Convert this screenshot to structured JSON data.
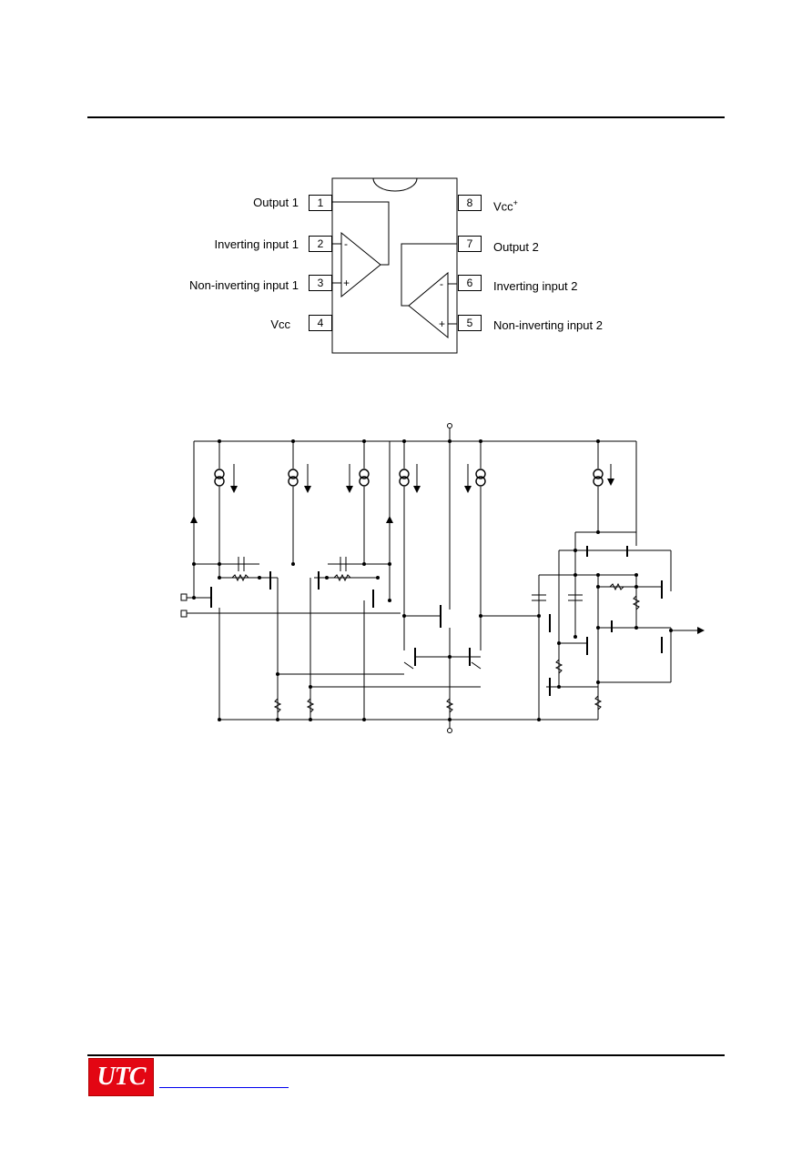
{
  "pinout": {
    "left_pins": [
      {
        "num": "1",
        "label": "Output 1"
      },
      {
        "num": "2",
        "label": "Inverting input 1"
      },
      {
        "num": "3",
        "label": "Non-inverting input 1"
      },
      {
        "num": "4",
        "label": "Vcc"
      }
    ],
    "right_pins": [
      {
        "num": "8",
        "label": "Vcc",
        "sup": "+"
      },
      {
        "num": "7",
        "label": "Output 2"
      },
      {
        "num": "6",
        "label": "Inverting input 2"
      },
      {
        "num": "5",
        "label": "Non-inverting input 2"
      }
    ],
    "opamp_signs": {
      "minus": "-",
      "plus": "+"
    }
  },
  "footer": {
    "logo_text": "UTC"
  },
  "colors": {
    "logo_red": "#e30613",
    "link_blue": "#0000ee"
  }
}
